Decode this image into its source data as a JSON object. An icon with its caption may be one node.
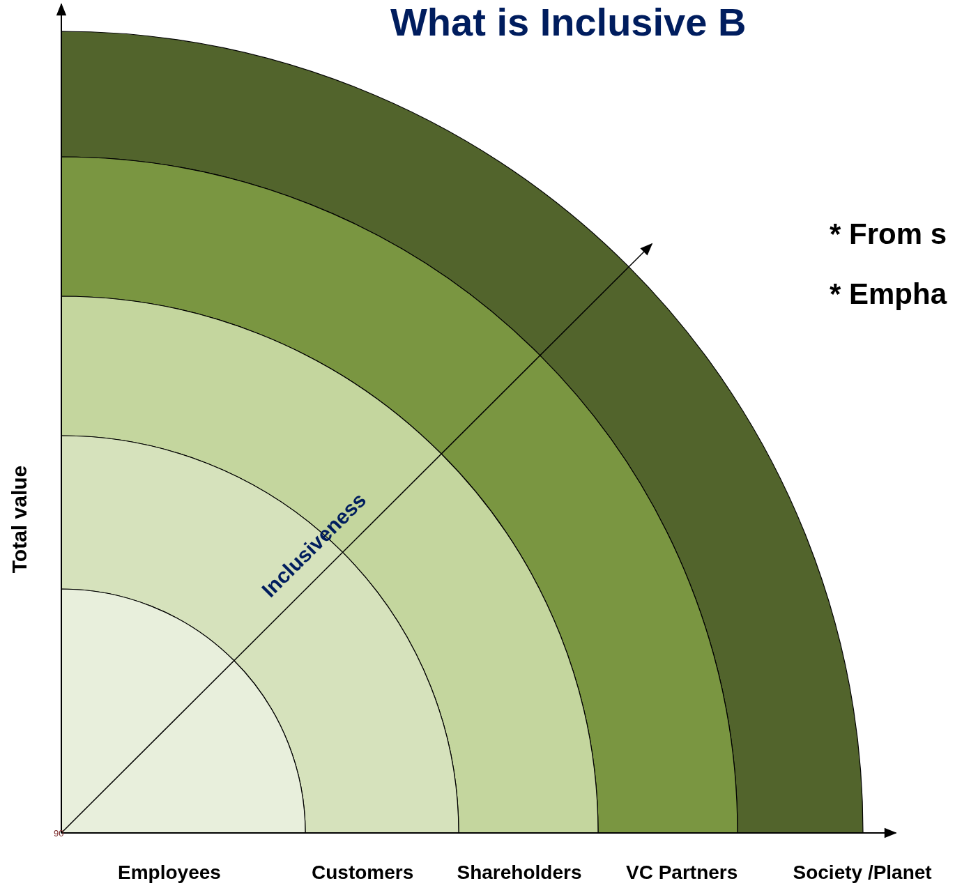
{
  "diagram": {
    "title": "What is Inclusive B",
    "nodes": [
      {
        "text": [],
        "shape": "band",
        "beside": [
          "Employees"
        ]
      },
      {
        "text": [],
        "shape": "band",
        "beside": [
          "Customers"
        ]
      },
      {
        "text": [],
        "shape": "band",
        "beside": [
          "Shareholders"
        ]
      },
      {
        "text": [],
        "shape": "band",
        "beside": [
          "VC Partners"
        ]
      },
      {
        "text": [],
        "shape": "band",
        "beside": [
          "Society /Planet"
        ]
      }
    ],
    "edges": [],
    "labels": [
      "* From s",
      "* Empha",
      "Total value",
      "Inclusiveness",
      "90"
    ]
  }
}
